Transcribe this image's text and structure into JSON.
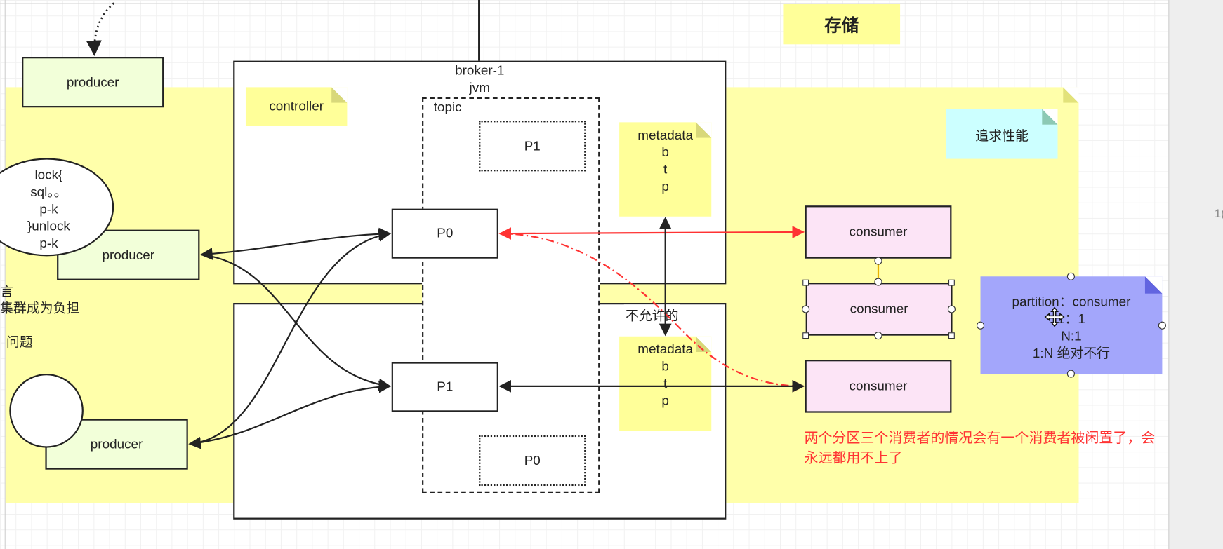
{
  "diagram": {
    "title_storage": "存储",
    "producer_top": "producer",
    "producer_mid": "producer",
    "producer_bottom": "producer",
    "controller": "controller",
    "broker_title": "broker-1",
    "broker_jvm": "jvm",
    "topic": "topic",
    "topic_p1_replica": "P1",
    "topic_p0_replica": "P0",
    "partition_p0": "P0",
    "partition_p1": "P1",
    "metadata_top": [
      "metadata",
      "b",
      "t",
      "p"
    ],
    "metadata_bottom": [
      "metadata",
      "b",
      "t",
      "p"
    ],
    "lock_bubble": [
      "lock{",
      "sql。。",
      "p-k",
      "}unlock",
      "p-k"
    ],
    "left_text_1": "言",
    "left_text_2": "集群成为负担",
    "left_text_3": "问题",
    "performance_note": "追求性能",
    "consumer_1": "consumer",
    "consumer_2": "consumer",
    "consumer_3": "consumer",
    "not_allowed": "不允许的",
    "partition_note": [
      "partition：consumer",
      "1：1",
      "N:1",
      "1:N  绝对不行"
    ],
    "red_note_line1": "两个分区三个消费者的情况会有一个消费者被闲置了，会",
    "red_note_line2": "永远都用不上了",
    "right_edge_text": "1("
  },
  "colors": {
    "canvas_yellow": "#ffffaa",
    "note_yellow": "#ffff99",
    "producer_fill": "#f2ffd9",
    "consumer_fill": "#fce4f6",
    "partition_note_fill": "#a3a6fb",
    "performance_note_fill": "#ccffff",
    "red_arrow": "#ff3333",
    "red_text": "#ff3333"
  },
  "icons": {
    "move_cursor": "move-cursor-icon"
  }
}
